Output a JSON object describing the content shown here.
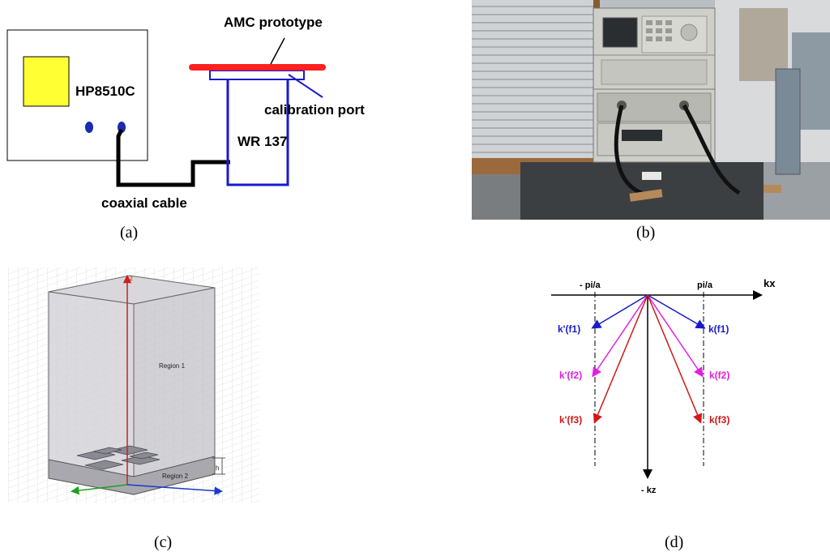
{
  "panel_a": {
    "device_label": "HP8510C",
    "prototype_label": "AMC prototype",
    "calibration_label": "calibration port",
    "waveguide_label": "WR 137",
    "cable_label": "coaxial cable",
    "caption": "(a)"
  },
  "panel_b": {
    "caption": "(b)"
  },
  "panel_c": {
    "region1_label": "Region 1",
    "region2_label": "Region 2",
    "h_label": "h",
    "axis_z": "z",
    "axis_y": "y",
    "caption": "(c)"
  },
  "panel_d": {
    "left_limit": "- pi/a",
    "right_limit": "pi/a",
    "axis_x": "kx",
    "axis_z": "- kz",
    "vectors": [
      {
        "left": "k'(f1)",
        "right": "k(f1)",
        "color": "#1a1acc"
      },
      {
        "left": "k'(f2)",
        "right": "k(f2)",
        "color": "#e020e0"
      },
      {
        "left": "k'(f3)",
        "right": "k(f3)",
        "color": "#d01818"
      }
    ],
    "caption": "(d)"
  },
  "colors": {
    "device_screen": "#ffff33",
    "prototype": "#ff2020",
    "waveguide": "#1a1acc",
    "port_dot": "#1a2cb0",
    "cable": "#000000"
  }
}
